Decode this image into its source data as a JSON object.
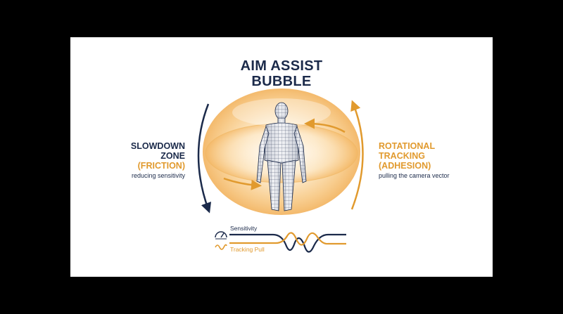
{
  "title": {
    "line1": "AIM ASSIST",
    "line2": "BUBBLE"
  },
  "left_label": {
    "line1": "SLOWDOWN",
    "line2": "ZONE",
    "line3": "(FRICTION)",
    "sub": "reducing sensitivity"
  },
  "right_label": {
    "line1": "ROTATIONAL",
    "line2": "TRACKING",
    "line3": "(ADHESION)",
    "sub": "pulling the camera vector"
  },
  "legend": {
    "sensitivity": "Sensitivity",
    "tracking": "Tracking Pull"
  },
  "icons": [
    "gauge-icon",
    "pull-wave-icon"
  ],
  "colors": {
    "navy": "#1b2a4a",
    "orange": "#e19a2e",
    "bubble": "#f6c77e"
  }
}
